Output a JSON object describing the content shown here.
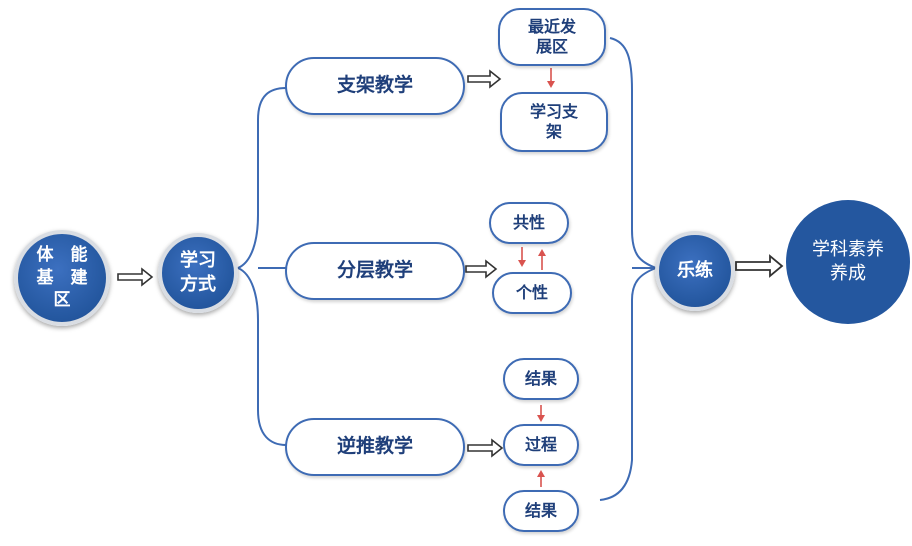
{
  "nodes": {
    "tineng": "体　能\n基　建\n区",
    "xuexi": "学习\n方式",
    "zhijia": "支架教学",
    "fenceng": "分层教学",
    "nitui": "逆推教学",
    "zuijin": "最近发\n展区",
    "xuexizhijia": "学习支\n架",
    "gongxing": "共性",
    "gexing": "个性",
    "jieguo_top": "结果",
    "guocheng": "过程",
    "jieguo_bottom": "结果",
    "lelian": "乐练",
    "suyang": "学科素养\n养成"
  },
  "colors": {
    "dark_blue": "#24579f",
    "line_blue": "#3e6bb4",
    "text_blue": "#1f3f7a",
    "red_arrow": "#d9534f",
    "circle_border": "#d9dde3"
  }
}
